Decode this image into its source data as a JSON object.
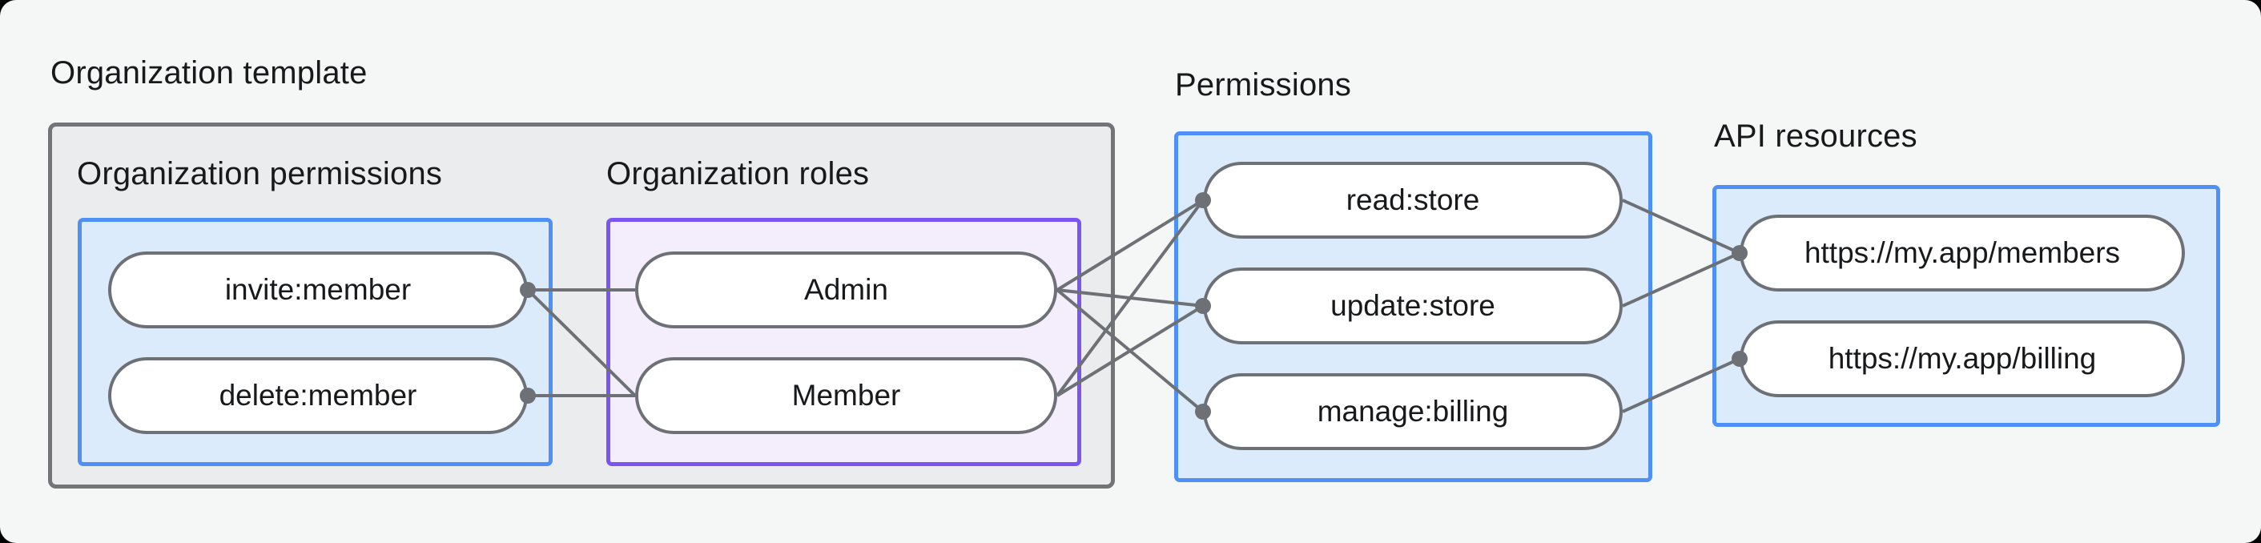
{
  "sections": {
    "organization_template": {
      "label": "Organization template"
    },
    "organization_permissions": {
      "label": "Organization permissions"
    },
    "organization_roles": {
      "label": "Organization roles"
    },
    "permissions": {
      "label": "Permissions"
    },
    "api_resources": {
      "label": "API resources"
    }
  },
  "diagram": {
    "nodes": {
      "invite_member": {
        "label": "invite:member",
        "group": "organization_permissions"
      },
      "delete_member": {
        "label": "delete:member",
        "group": "organization_permissions"
      },
      "admin": {
        "label": "Admin",
        "group": "organization_roles"
      },
      "member": {
        "label": "Member",
        "group": "organization_roles"
      },
      "read_store": {
        "label": "read:store",
        "group": "permissions"
      },
      "update_store": {
        "label": "update:store",
        "group": "permissions"
      },
      "manage_billing": {
        "label": "manage:billing",
        "group": "permissions"
      },
      "api_members": {
        "label": "https://my.app/members",
        "group": "api_resources"
      },
      "api_billing": {
        "label": "https://my.app/billing",
        "group": "api_resources"
      }
    },
    "edges": [
      {
        "from": "invite_member",
        "to": "admin"
      },
      {
        "from": "invite_member",
        "to": "member"
      },
      {
        "from": "delete_member",
        "to": "member"
      },
      {
        "from": "admin",
        "to": "read_store"
      },
      {
        "from": "admin",
        "to": "update_store"
      },
      {
        "from": "admin",
        "to": "manage_billing"
      },
      {
        "from": "member",
        "to": "read_store"
      },
      {
        "from": "member",
        "to": "update_store"
      },
      {
        "from": "read_store",
        "to": "api_members"
      },
      {
        "from": "update_store",
        "to": "api_members"
      },
      {
        "from": "manage_billing",
        "to": "api_billing"
      }
    ],
    "dots": [
      {
        "node": "invite_member",
        "side": "right"
      },
      {
        "node": "delete_member",
        "side": "right"
      },
      {
        "node": "read_store",
        "side": "left"
      },
      {
        "node": "update_store",
        "side": "left"
      },
      {
        "node": "manage_billing",
        "side": "left"
      },
      {
        "node": "api_members",
        "side": "left"
      },
      {
        "node": "api_billing",
        "side": "left"
      }
    ],
    "edge_style": {
      "stroke_width": 4,
      "dot_radius": 10
    }
  },
  "colors": {
    "page-bg": "#f5f6f6",
    "panel-bg": "#ebeced",
    "panel-border": "#717578",
    "blue-bg": "#dcebfc",
    "blue-border": "#4e90f6",
    "purple-bg": "#f3edfc",
    "purple-border": "#7b55f2",
    "pill-bg": "#ffffff",
    "pill-border": "#6d7175",
    "connector": "#6d7175",
    "text": "#18191b"
  }
}
